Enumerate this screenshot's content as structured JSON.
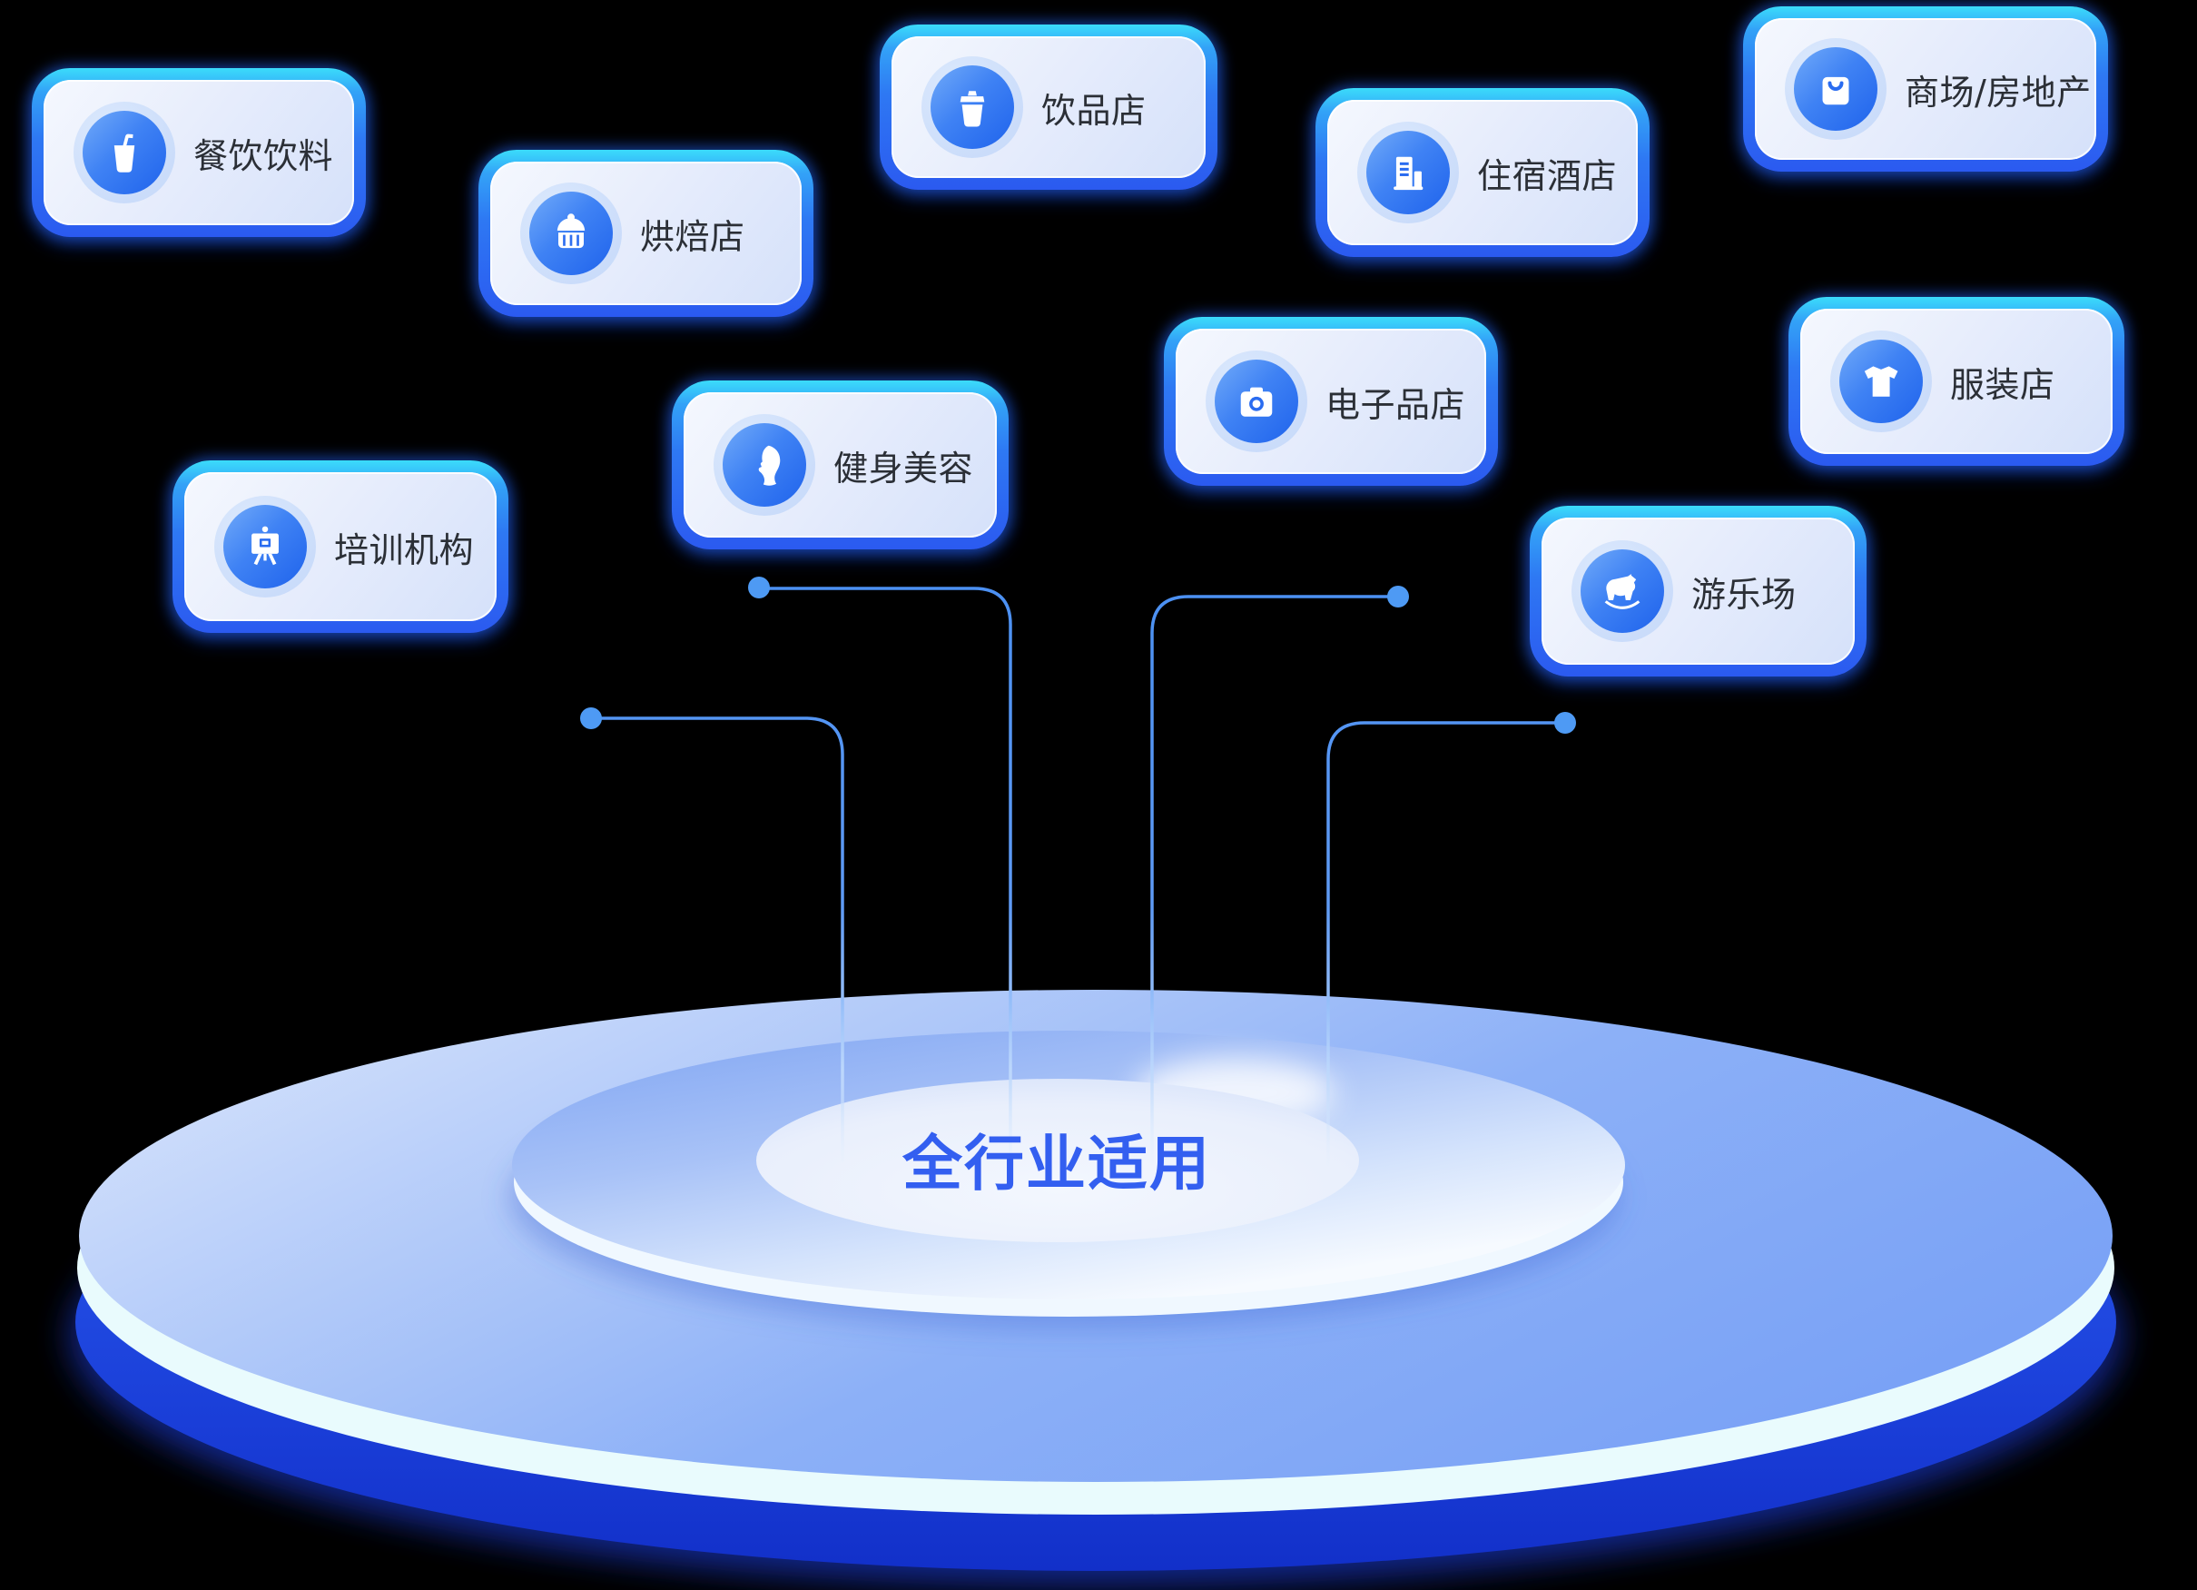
{
  "background_color": "#000000",
  "platform": {
    "center_label": "全行业适用",
    "label_color": "#335ff0",
    "top_surface_colors": [
      "#d9e5fc",
      "#b2caf9",
      "#7aa2f6"
    ],
    "rim_color": "#e9fbfd",
    "side_colors": [
      "#2c5ef1",
      "#1a3ed8"
    ],
    "ring_colors": [
      "#84a8f3",
      "#f6faff"
    ],
    "hole_colors": [
      "#f3f7fe",
      "#c2d2f6"
    ],
    "line_color": "#4b90f2",
    "dot_color": "#4e9af4"
  },
  "badges": [
    {
      "id": "food-beverage",
      "label": "餐饮饮料",
      "icon": "drink-cup-icon"
    },
    {
      "id": "bakery",
      "label": "烘焙店",
      "icon": "cupcake-icon"
    },
    {
      "id": "drink-shop",
      "label": "饮品店",
      "icon": "takeaway-cup-icon"
    },
    {
      "id": "hotel",
      "label": "住宿酒店",
      "icon": "building-icon"
    },
    {
      "id": "mall-realestate",
      "label": "商场/房地产",
      "icon": "shopping-bag-icon"
    },
    {
      "id": "fitness-beauty",
      "label": "健身美容",
      "icon": "beauty-face-icon"
    },
    {
      "id": "electronics",
      "label": "电子品店",
      "icon": "camera-icon"
    },
    {
      "id": "clothing",
      "label": "服装店",
      "icon": "tshirt-icon"
    },
    {
      "id": "training",
      "label": "培训机构",
      "icon": "easel-icon"
    },
    {
      "id": "amusement",
      "label": "游乐场",
      "icon": "rocking-horse-icon"
    }
  ]
}
